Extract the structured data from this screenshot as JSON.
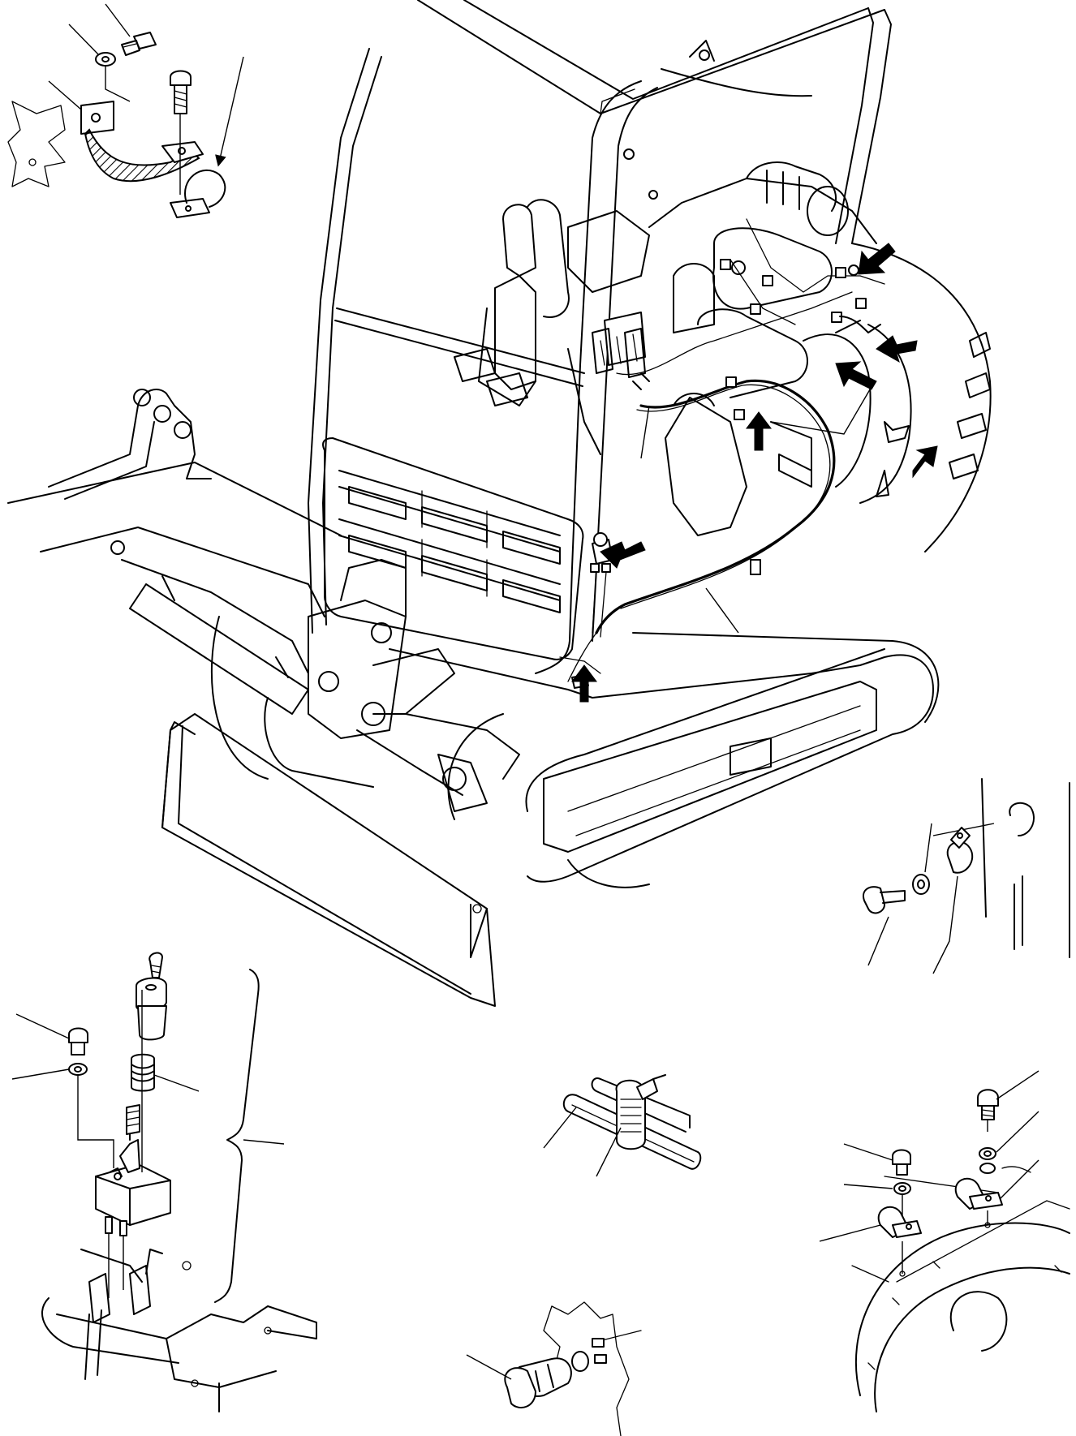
{
  "figure": {
    "kind": "exploded parts diagram",
    "printed_text": []
  },
  "colors": {
    "line": "#000000",
    "background": "#ffffff"
  },
  "views": [
    {
      "id": "main-machine-view",
      "icon": "excavator-outline"
    },
    {
      "id": "ground-strap-detail",
      "icon": "ground-strap"
    },
    {
      "id": "clip-detail-right",
      "icon": "cable-clip"
    },
    {
      "id": "switch-assembly-detail",
      "icon": "push-switch"
    },
    {
      "id": "tie-band-detail",
      "icon": "cable-tie"
    },
    {
      "id": "flywheel-clip-detail",
      "icon": "cable-clip"
    },
    {
      "id": "sensor-detail",
      "icon": "sensor"
    }
  ]
}
